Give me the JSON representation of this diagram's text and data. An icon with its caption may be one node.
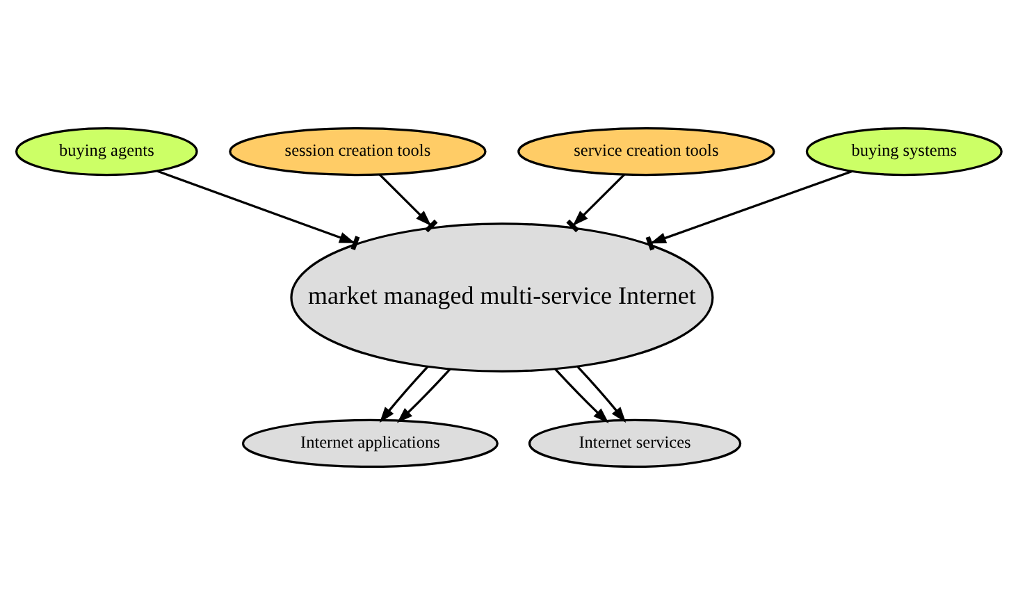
{
  "diagram": {
    "nodes": [
      {
        "text": [
          "market managed multi-service Internet"
        ]
      },
      {
        "text": [
          "buying agents"
        ]
      },
      {
        "text": [
          "session creation tools"
        ]
      },
      {
        "text": [
          "service creation tools"
        ]
      },
      {
        "text": [
          "buying systems"
        ]
      },
      {
        "text": [
          "Internet applications"
        ]
      },
      {
        "text": [
          "Internet services"
        ]
      }
    ],
    "edges": [
      {
        "from": 1,
        "to": 0,
        "arrow": "to"
      },
      {
        "from": 2,
        "to": 0,
        "arrow": "to"
      },
      {
        "from": 3,
        "to": 0,
        "arrow": "to"
      },
      {
        "from": 4,
        "to": 0,
        "arrow": "to"
      },
      {
        "from": 0,
        "to": 5,
        "arrow": "to"
      },
      {
        "from": 0,
        "to": 5,
        "arrow": "to"
      },
      {
        "from": 0,
        "to": 6,
        "arrow": "to"
      },
      {
        "from": 0,
        "to": 6,
        "arrow": "to"
      }
    ]
  }
}
